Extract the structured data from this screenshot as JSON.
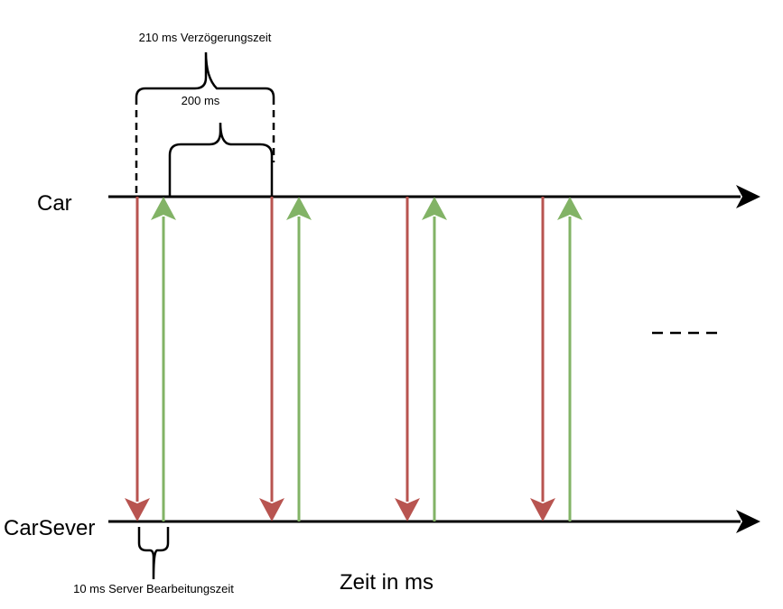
{
  "labels": {
    "car": "Car",
    "server": "CarSever",
    "time_axis": "Zeit in ms",
    "delay_total": "210 ms Verzögerungszeit",
    "delay_partial": "200 ms",
    "server_processing": "10 ms Server Bearbeitungszeit"
  },
  "colors": {
    "axis": "#000000",
    "request_arrow": "#b85450",
    "response_arrow": "#82b366"
  },
  "legend": {
    "continuation": "- - - -"
  }
}
